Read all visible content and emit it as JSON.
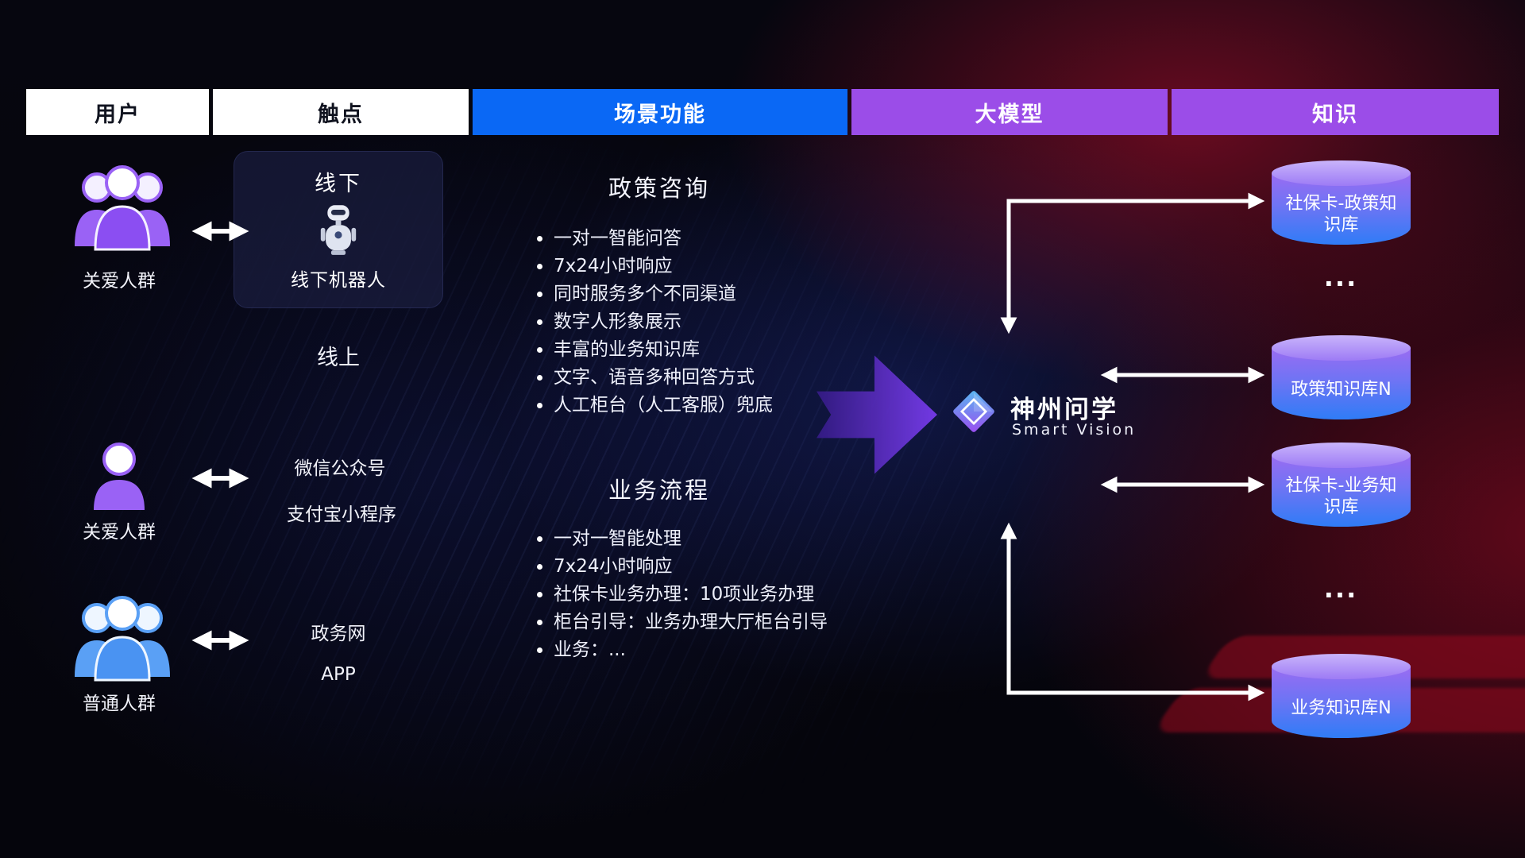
{
  "header": {
    "users": "用户",
    "touchpoints": "触点",
    "scene": "场景功能",
    "model": "大模型",
    "knowledge": "知识"
  },
  "users": {
    "groups": [
      {
        "label": "关爱人群"
      },
      {
        "label": "关爱人群"
      },
      {
        "label": "普通人群"
      }
    ]
  },
  "touchpoints": {
    "offline_title": "线下",
    "offline_robot": "线下机器人",
    "online_title": "线上",
    "wechat": "微信公众号",
    "alipay": "支付宝小程序",
    "gov": "政务网",
    "app": "APP"
  },
  "scene": {
    "policy": {
      "title": "政策咨询",
      "items": [
        "一对一智能问答",
        "7x24小时响应",
        "同时服务多个不同渠道",
        "数字人形象展示",
        "丰富的业务知识库",
        "文字、语音多种回答方式",
        "人工柜台（人工客服）兜底"
      ]
    },
    "business": {
      "title": "业务流程",
      "items": [
        "一对一智能处理",
        "7x24小时响应",
        "社保卡业务办理：10项业务办理",
        "柜台引导：业务办理大厅柜台引导",
        "业务：..."
      ]
    }
  },
  "model": {
    "name": "神州问学",
    "subtitle": "Smart Vision"
  },
  "knowledge": {
    "db1": "社保卡-政策知识库",
    "ellipsis1": "...",
    "db2": "政策知识库N",
    "db3": "社保卡-业务知识库",
    "ellipsis2": "...",
    "db4": "业务知识库N"
  },
  "colors": {
    "scene_header": "#0a68f5",
    "model_header": "#9b4de8",
    "knowledge_header": "#9b4de8",
    "purple_user": "#9a62f5",
    "blue_user": "#5aa0f5"
  }
}
